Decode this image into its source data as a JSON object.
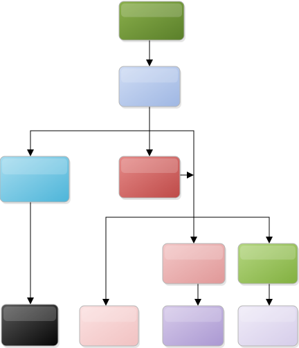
{
  "diagram": {
    "type": "flowchart",
    "nodes": [
      {
        "id": "top-green",
        "fill": [
          "#8bb04c",
          "#5a7f2a"
        ]
      },
      {
        "id": "light-blue",
        "fill": [
          "#cfdcf4",
          "#9fb7e3"
        ]
      },
      {
        "id": "cyan",
        "fill": [
          "#a6dcef",
          "#4db5d9"
        ]
      },
      {
        "id": "red",
        "fill": [
          "#e58a88",
          "#be4a48"
        ]
      },
      {
        "id": "pink",
        "fill": [
          "#f3c7c7",
          "#e09898"
        ]
      },
      {
        "id": "lime",
        "fill": [
          "#b4d680",
          "#82b040"
        ]
      },
      {
        "id": "black",
        "fill": [
          "#5a5a5a",
          "#050505"
        ]
      },
      {
        "id": "pale-pink",
        "fill": [
          "#fbe1e1",
          "#f1c2c2"
        ]
      },
      {
        "id": "lavender",
        "fill": [
          "#d7cbea",
          "#aa98d2"
        ]
      },
      {
        "id": "pale-lavender",
        "fill": [
          "#f0ecf8",
          "#d6cdea"
        ]
      }
    ],
    "edges": [
      {
        "from": "top-green",
        "to": "light-blue"
      },
      {
        "from": "light-blue",
        "to": "cyan"
      },
      {
        "from": "light-blue",
        "to": "red"
      },
      {
        "from": "light-blue",
        "to": "pink"
      },
      {
        "from": "light-blue",
        "to": "lime"
      },
      {
        "from": "light-blue",
        "to": "pale-pink"
      },
      {
        "from": "red",
        "to": "light-blue"
      },
      {
        "from": "cyan",
        "to": "black"
      },
      {
        "from": "pink",
        "to": "lavender"
      },
      {
        "from": "lime",
        "to": "pale-lavender"
      }
    ],
    "colors": {
      "line": "#000000",
      "node_border": "#b5b5b5"
    }
  }
}
